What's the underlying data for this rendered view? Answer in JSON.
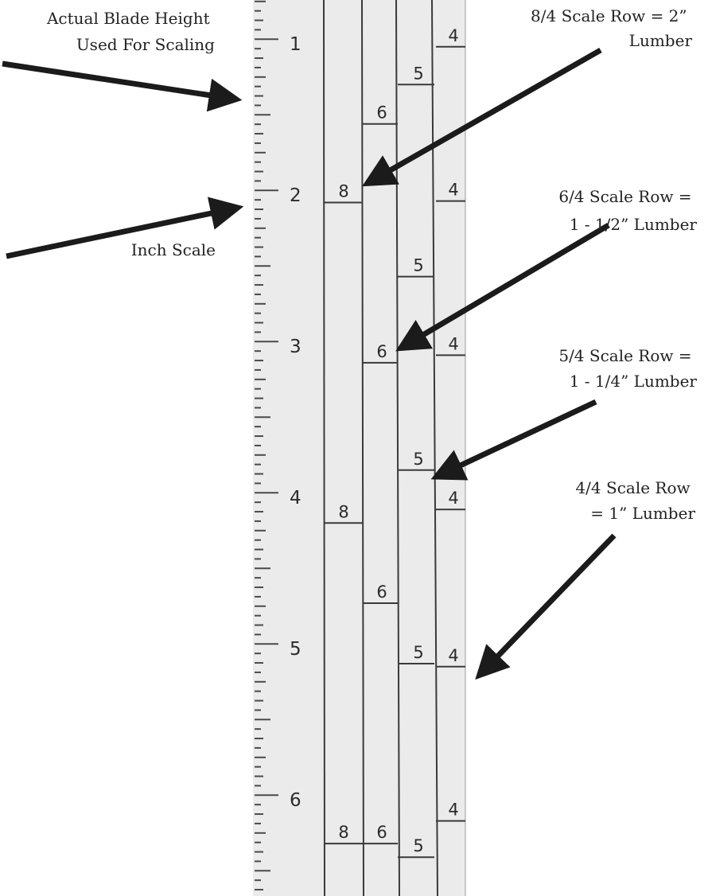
{
  "colors": {
    "ruler_face": "#ebebeb",
    "lines": "#3a3a3a",
    "arrows": "#1b1b1b",
    "text": "#222222"
  },
  "inch_scale": {
    "labels": [
      "1",
      "2",
      "3",
      "4",
      "5",
      "6"
    ]
  },
  "columns": [
    {
      "name": "8/4",
      "label": "8",
      "rows": [
        {
          "text": "8",
          "inches": 2.05
        },
        {
          "text": "8",
          "inches": 4.17
        },
        {
          "text": "8",
          "inches": 6.29
        }
      ]
    },
    {
      "name": "6/4",
      "label": "6",
      "rows": [
        {
          "text": "6",
          "inches": 1.53
        },
        {
          "text": "6",
          "inches": 3.11
        },
        {
          "text": "6",
          "inches": 4.7
        },
        {
          "text": "6",
          "inches": 6.29
        }
      ]
    },
    {
      "name": "5/4",
      "label": "5",
      "rows": [
        {
          "text": "5",
          "inches": 1.27
        },
        {
          "text": "5",
          "inches": 2.54
        },
        {
          "text": "5",
          "inches": 3.82
        },
        {
          "text": "5",
          "inches": 5.1
        },
        {
          "text": "5",
          "inches": 6.38
        }
      ]
    },
    {
      "name": "4/4",
      "label": "4",
      "rows": [
        {
          "text": "4",
          "inches": 1.02
        },
        {
          "text": "4",
          "inches": 2.04
        },
        {
          "text": "4",
          "inches": 3.06
        },
        {
          "text": "4",
          "inches": 4.08
        },
        {
          "text": "4",
          "inches": 5.12
        },
        {
          "text": "4",
          "inches": 6.14
        }
      ]
    }
  ],
  "callouts": {
    "blade_height": {
      "lines": [
        "Actual Blade Height",
        "Used For Scaling"
      ]
    },
    "inch_scale": {
      "lines": [
        "Inch Scale"
      ]
    },
    "row_8_4": {
      "lines": [
        "8/4 Scale Row = 2”",
        "Lumber"
      ]
    },
    "row_6_4": {
      "lines": [
        "6/4 Scale Row =",
        "1 - 1/2” Lumber"
      ]
    },
    "row_5_4": {
      "lines": [
        "5/4 Scale Row =",
        "1 - 1/4” Lumber"
      ]
    },
    "row_4_4": {
      "lines": [
        "4/4 Scale Row",
        "= 1” Lumber"
      ]
    }
  }
}
